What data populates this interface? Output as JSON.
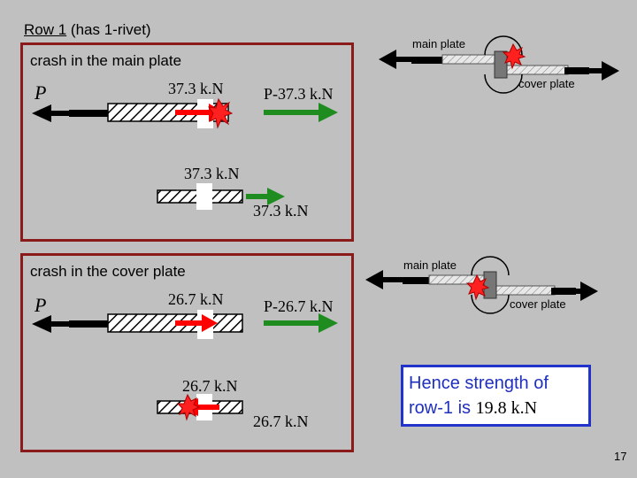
{
  "title": {
    "text": "Row 1 (has 1-rivet)"
  },
  "panel1": {
    "heading": "crash in the main plate",
    "p_label": "P",
    "force_left": "37.3 k.N",
    "force_right": "P-37.3 k.N",
    "lower_force_top": "37.3 k.N",
    "lower_force_bottom": "37.3 k.N"
  },
  "panel2": {
    "heading": "crash in the cover plate",
    "p_label": "P",
    "force_left": "26.7 k.N",
    "force_right": "P-26.7 k.N",
    "lower_force_top": "26.7 k.N",
    "lower_force_bottom": "26.7 k.N"
  },
  "side1": {
    "main_plate": "main plate",
    "cover_plate": "cover plate"
  },
  "side2": {
    "main_plate": "main plate",
    "cover_plate": "cover plate"
  },
  "result": {
    "line1": "Hence strength of",
    "line2_prefix": "row-1 is ",
    "value": "19.8 k.N"
  },
  "page_number": "17",
  "colors": {
    "panel_border": "#8b1a1a",
    "result_border": "#2233cc",
    "arrow_red": "#ff0000",
    "arrow_green": "#1e8c1e",
    "background": "#c0c0c0"
  }
}
